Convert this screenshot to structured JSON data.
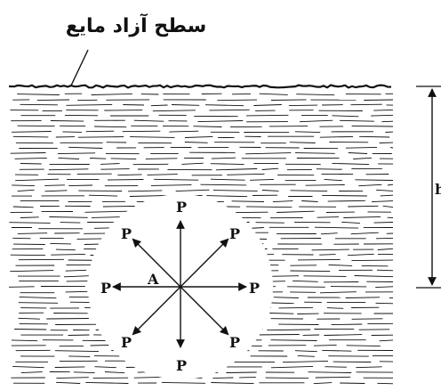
{
  "diagram": {
    "free_surface_label": "سطح آزاد مایع",
    "depth_label": "h",
    "point_label": "A",
    "pressure_labels": {
      "up": "P",
      "down": "P",
      "left": "P",
      "right": "P",
      "up_left": "P",
      "up_right": "P",
      "down_left": "P",
      "down_right": "P"
    },
    "colors": {
      "ink": "#111111",
      "background": "#ffffff"
    }
  }
}
